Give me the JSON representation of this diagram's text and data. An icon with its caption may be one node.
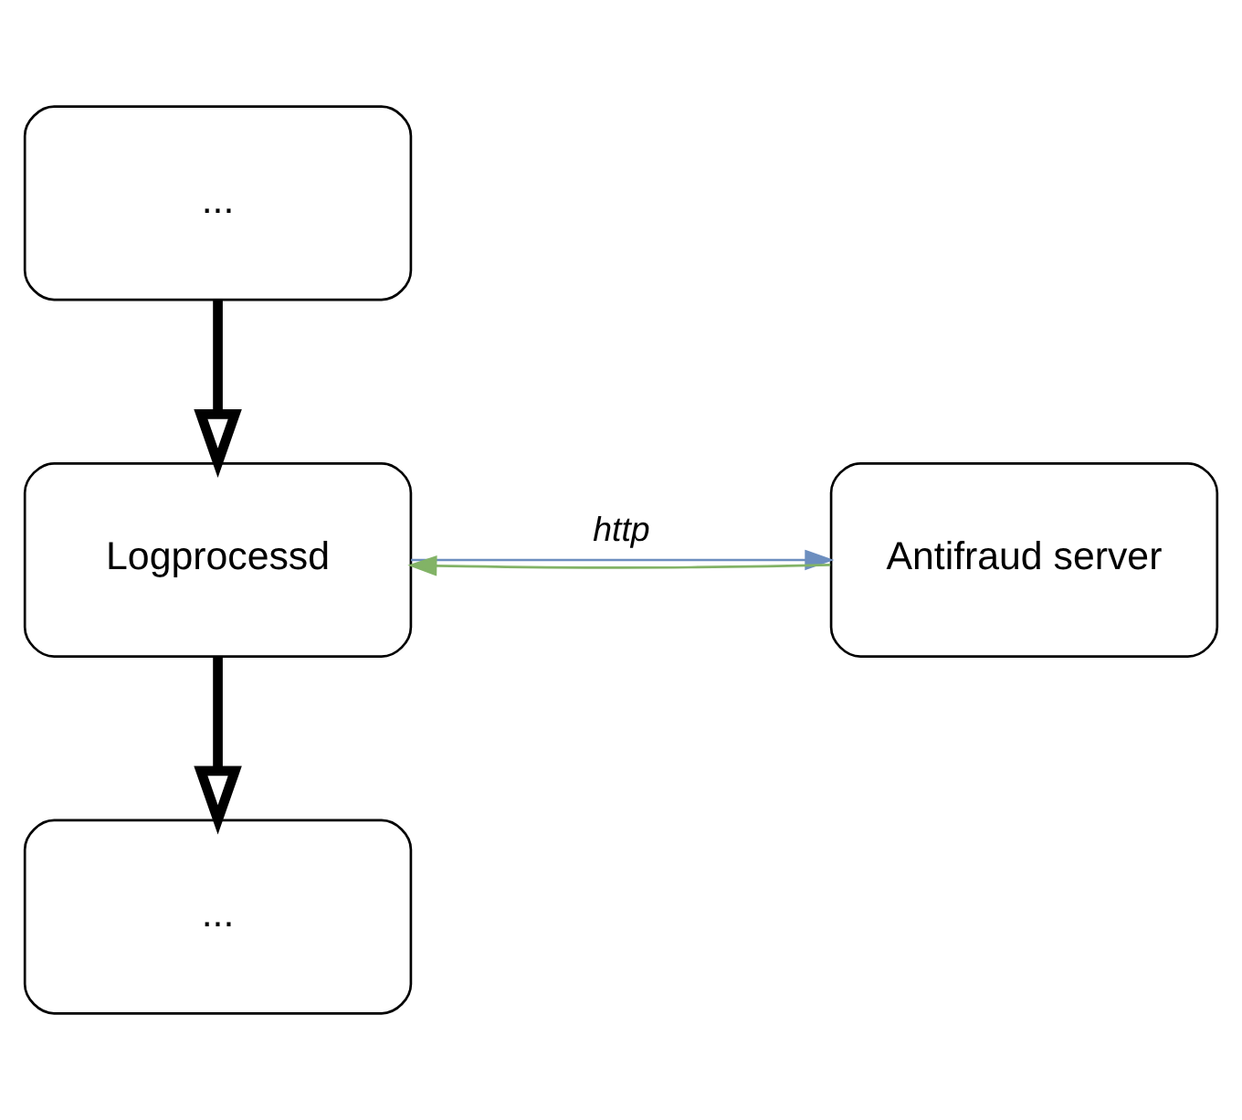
{
  "diagram": {
    "nodes": [
      {
        "text": [
          "..."
        ]
      },
      {
        "text": [
          "Logprocessd"
        ]
      },
      {
        "text": [
          "Antifraud server"
        ]
      },
      {
        "text": [
          "..."
        ]
      }
    ],
    "edges": [
      {
        "from": 0,
        "to": 1,
        "arrow": "to",
        "style": "thick"
      },
      {
        "from": 1,
        "to": 2,
        "arrow": "to",
        "color": "#6c8ebf",
        "label": "http"
      },
      {
        "from": 2,
        "to": 1,
        "arrow": "to",
        "color": "#82b366"
      },
      {
        "from": 1,
        "to": 3,
        "arrow": "to",
        "style": "thick"
      }
    ]
  }
}
